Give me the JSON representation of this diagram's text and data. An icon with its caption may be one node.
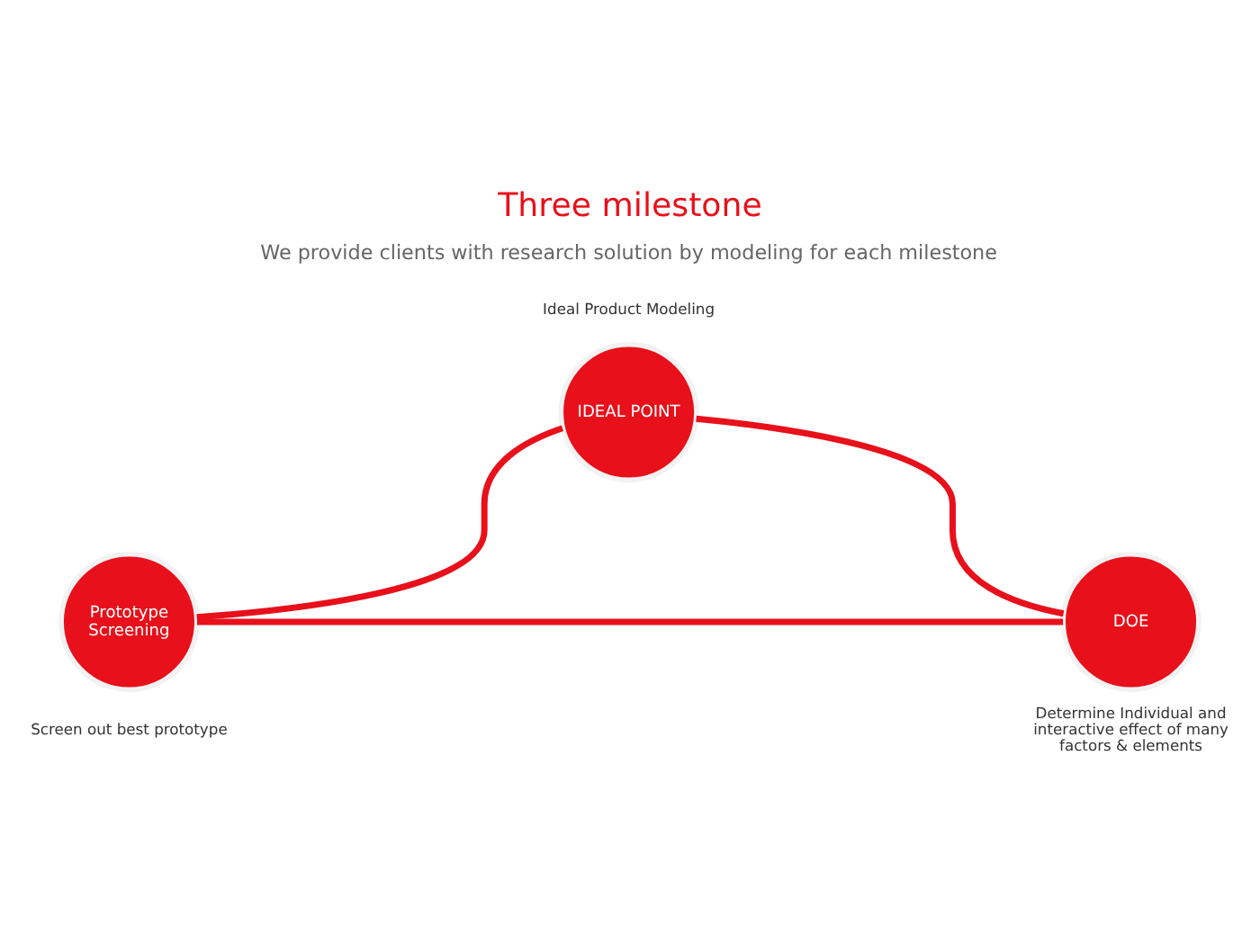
{
  "diagram": {
    "title": "Three milestone",
    "nodes": [
      {
        "text": [
          "IDEAL POINT"
        ],
        "beside": [
          "Ideal Product Modeling"
        ]
      },
      {
        "text": [
          "Prototype Screening"
        ],
        "beside": [
          "Screen out best prototype"
        ]
      },
      {
        "text": [
          "DOE"
        ],
        "beside": [
          "Determine Individual and interactive effect of many factors & elements"
        ]
      }
    ],
    "edges": [
      {
        "from": 0,
        "to": 2,
        "arrow": "none"
      },
      {
        "from": 1,
        "to": 2,
        "arrow": "none"
      },
      {
        "from": 1,
        "to": 0,
        "arrow": "none"
      }
    ],
    "labels": [
      "We provide clients with research solution by modeling for each milestone"
    ]
  }
}
